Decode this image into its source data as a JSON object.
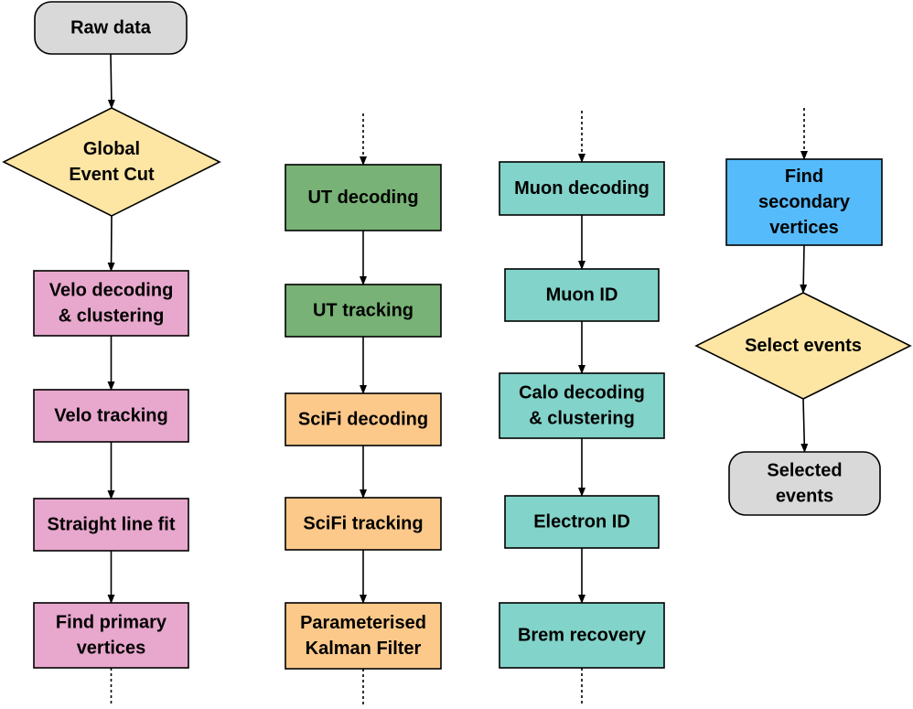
{
  "colors": {
    "gray": "#d9d9d9",
    "yellow": "#fde5a3",
    "pink": "#e8a7cd",
    "green": "#78b276",
    "orange": "#fcc98a",
    "teal": "#82d3c9",
    "blue": "#55bbfb",
    "stroke": "#000000"
  },
  "nodes": [
    {
      "id": "raw-data",
      "shape": "rounded",
      "color": "gray",
      "lines": [
        "Raw data"
      ]
    },
    {
      "id": "global-event-cut",
      "shape": "diamond",
      "color": "yellow",
      "lines": [
        "Global",
        "Event Cut"
      ]
    },
    {
      "id": "velo-decoding",
      "shape": "rect",
      "color": "pink",
      "lines": [
        "Velo decoding",
        "& clustering"
      ]
    },
    {
      "id": "velo-tracking",
      "shape": "rect",
      "color": "pink",
      "lines": [
        "Velo tracking"
      ]
    },
    {
      "id": "straight-line-fit",
      "shape": "rect",
      "color": "pink",
      "lines": [
        "Straight line fit"
      ]
    },
    {
      "id": "find-primary-vertices",
      "shape": "rect",
      "color": "pink",
      "lines": [
        "Find primary",
        "vertices"
      ]
    },
    {
      "id": "ut-decoding",
      "shape": "rect",
      "color": "green",
      "lines": [
        "UT decoding"
      ]
    },
    {
      "id": "ut-tracking",
      "shape": "rect",
      "color": "green",
      "lines": [
        "UT tracking"
      ]
    },
    {
      "id": "scifi-decoding",
      "shape": "rect",
      "color": "orange",
      "lines": [
        "SciFi decoding"
      ]
    },
    {
      "id": "scifi-tracking",
      "shape": "rect",
      "color": "orange",
      "lines": [
        "SciFi tracking"
      ]
    },
    {
      "id": "parameterised-kalman-filter",
      "shape": "rect",
      "color": "orange",
      "lines": [
        "Parameterised",
        "Kalman Filter"
      ]
    },
    {
      "id": "muon-decoding",
      "shape": "rect",
      "color": "teal",
      "lines": [
        "Muon decoding"
      ]
    },
    {
      "id": "muon-id",
      "shape": "rect",
      "color": "teal",
      "lines": [
        "Muon ID"
      ]
    },
    {
      "id": "calo-decoding",
      "shape": "rect",
      "color": "teal",
      "lines": [
        "Calo decoding",
        "& clustering"
      ]
    },
    {
      "id": "electron-id",
      "shape": "rect",
      "color": "teal",
      "lines": [
        "Electron ID"
      ]
    },
    {
      "id": "brem-recovery",
      "shape": "rect",
      "color": "teal",
      "lines": [
        "Brem recovery"
      ]
    },
    {
      "id": "find-secondary-vertices",
      "shape": "rect",
      "color": "blue",
      "lines": [
        "Find",
        "secondary",
        "vertices"
      ]
    },
    {
      "id": "select-events",
      "shape": "diamond",
      "color": "yellow",
      "lines": [
        "Select events"
      ]
    },
    {
      "id": "selected-events",
      "shape": "rounded",
      "color": "gray",
      "lines": [
        "Selected",
        "events"
      ]
    }
  ],
  "edges": [
    {
      "from": "raw-data",
      "to": "global-event-cut",
      "style": "solid"
    },
    {
      "from": "global-event-cut",
      "to": "velo-decoding",
      "style": "solid"
    },
    {
      "from": "velo-decoding",
      "to": "velo-tracking",
      "style": "solid"
    },
    {
      "from": "velo-tracking",
      "to": "straight-line-fit",
      "style": "solid"
    },
    {
      "from": "straight-line-fit",
      "to": "find-primary-vertices",
      "style": "solid"
    },
    {
      "from": "find-primary-vertices",
      "to": null,
      "style": "dotted-out"
    },
    {
      "from": null,
      "to": "ut-decoding",
      "style": "dotted-in"
    },
    {
      "from": "ut-decoding",
      "to": "ut-tracking",
      "style": "solid"
    },
    {
      "from": "ut-tracking",
      "to": "scifi-decoding",
      "style": "solid"
    },
    {
      "from": "scifi-decoding",
      "to": "scifi-tracking",
      "style": "solid"
    },
    {
      "from": "scifi-tracking",
      "to": "parameterised-kalman-filter",
      "style": "solid"
    },
    {
      "from": "parameterised-kalman-filter",
      "to": null,
      "style": "dotted-out"
    },
    {
      "from": null,
      "to": "muon-decoding",
      "style": "dotted-in"
    },
    {
      "from": "muon-decoding",
      "to": "muon-id",
      "style": "solid"
    },
    {
      "from": "muon-id",
      "to": "calo-decoding",
      "style": "solid"
    },
    {
      "from": "calo-decoding",
      "to": "electron-id",
      "style": "solid"
    },
    {
      "from": "electron-id",
      "to": "brem-recovery",
      "style": "solid"
    },
    {
      "from": "brem-recovery",
      "to": null,
      "style": "dotted-out"
    },
    {
      "from": null,
      "to": "find-secondary-vertices",
      "style": "dotted-in"
    },
    {
      "from": "find-secondary-vertices",
      "to": "select-events",
      "style": "solid"
    },
    {
      "from": "select-events",
      "to": "selected-events",
      "style": "solid"
    }
  ]
}
